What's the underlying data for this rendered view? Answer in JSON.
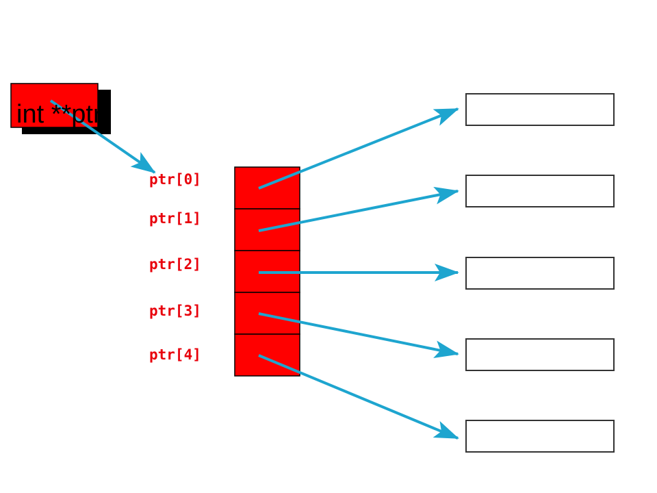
{
  "variable": {
    "label": "int **ptr"
  },
  "pointer_array": {
    "labels": [
      "ptr[0]",
      "ptr[1]",
      "ptr[2]",
      "ptr[3]",
      "ptr[4]"
    ]
  },
  "targets": {
    "count": 5
  },
  "colors": {
    "array_fill": "#ff0000",
    "label_text": "#e8000b",
    "arrow": "#1ea5cf",
    "outline": "#000000",
    "target_fill": "#ffffff",
    "shadow": "#000000"
  }
}
